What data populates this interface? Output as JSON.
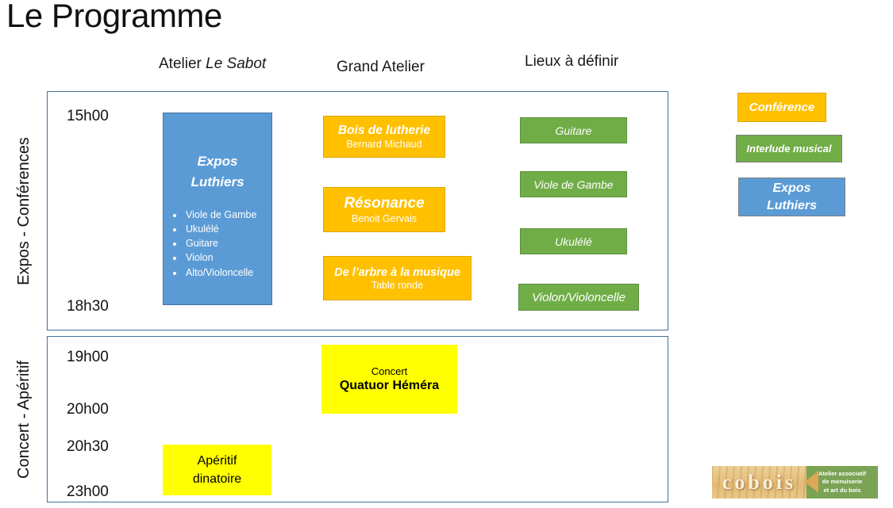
{
  "title": "Le Programme",
  "header": {
    "col1_prefix": "Atelier",
    "col1_italic": "Le Sabot",
    "col2": "Grand Atelier",
    "col3": "Lieux à définir"
  },
  "sections": {
    "expos": {
      "label": "Expos - Conférences",
      "time_start": "15h00",
      "time_end": "18h30"
    },
    "concert": {
      "label": "Concert - Apéritif",
      "times": [
        "19h00",
        "20h00",
        "20h30",
        "23h00"
      ]
    }
  },
  "expos_luthiers_box": {
    "title_line1": "Expos",
    "title_line2": "Luthiers",
    "items": [
      "Viole de Gambe",
      "Ukulélé",
      "Guitare",
      "Violon",
      "Alto/Violoncelle"
    ]
  },
  "conferences": [
    {
      "title": "Bois de lutherie",
      "subtitle": "Bernard Michaud"
    },
    {
      "title": "Résonance",
      "subtitle": "Benoit Gervais"
    },
    {
      "title": "De l’arbre à la musique",
      "subtitle": "Table ronde"
    }
  ],
  "interludes": [
    "Guitare",
    "Viole de Gambe",
    "Ukulélé",
    "Violon/Violoncelle"
  ],
  "legend": {
    "conference": "Conférence",
    "interlude": "Interlude musical",
    "expos_line1": "Expos",
    "expos_line2": "Luthiers"
  },
  "concert_box": {
    "line1": "Concert",
    "line2": "Quatuor Héméra"
  },
  "aperitif_box": {
    "line1": "Apéritif",
    "line2": "dinatoire"
  },
  "logo": {
    "name": "cobois",
    "tagline": [
      "Atelier associatif",
      "de menuiserie",
      "et art du bois"
    ]
  },
  "colors": {
    "conference": "#FFC000",
    "interlude": "#70AD47",
    "expos": "#5B9BD5",
    "highlight": "#FFFF00",
    "outline": "#41719C"
  }
}
